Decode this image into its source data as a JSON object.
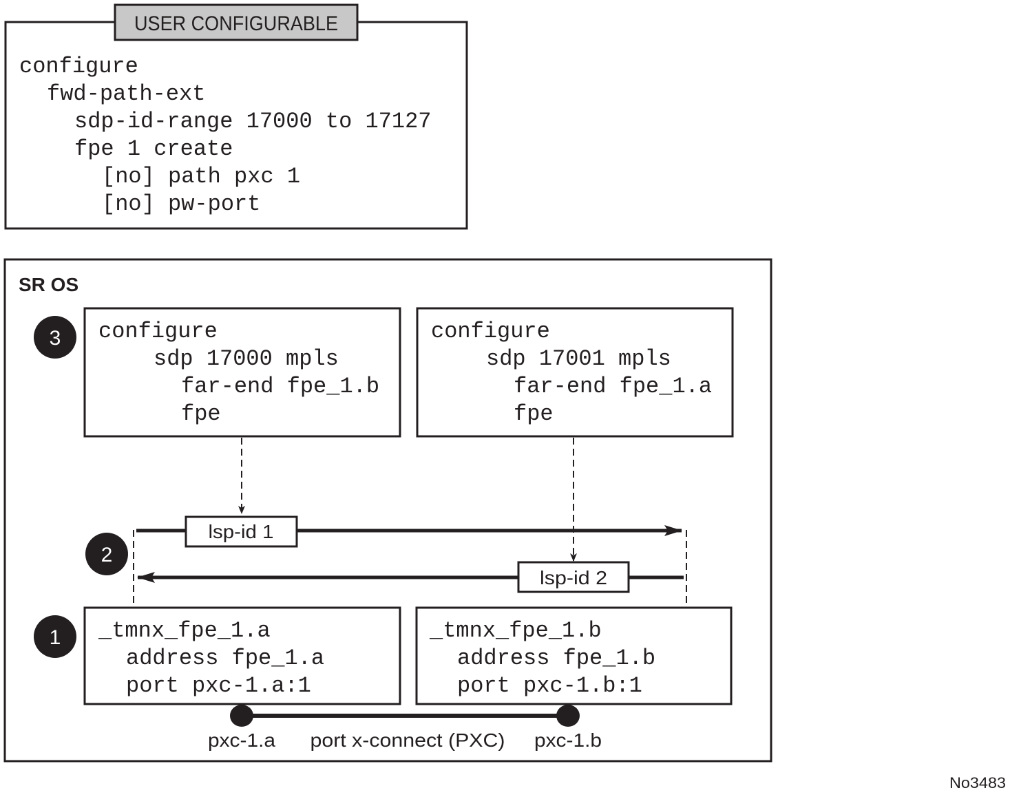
{
  "user_config": {
    "tag": "USER CONFIGURABLE",
    "lines": [
      "configure",
      "fwd-path-ext",
      "sdp-id-range 17000 to 17127",
      "fpe 1 create",
      "[no] path pxc 1",
      "[no] pw-port"
    ]
  },
  "sros": {
    "label": "SR OS",
    "steps": [
      "3",
      "2",
      "1"
    ],
    "sdp_left": [
      "configure",
      "sdp 17000 mpls",
      "far-end fpe_1.b",
      "fpe"
    ],
    "sdp_right": [
      "configure",
      "sdp 17001 mpls",
      "far-end fpe_1.a",
      "fpe"
    ],
    "lsp1": "lsp-id 1",
    "lsp2": "lsp-id 2",
    "fpe_left": [
      "_tmnx_fpe_1.a",
      "address fpe_1.a",
      "port pxc-1.a:1"
    ],
    "fpe_right": [
      "_tmnx_fpe_1.b",
      "address fpe_1.b",
      "port pxc-1.b:1"
    ],
    "pxc_a": "pxc-1.a",
    "pxc_label": "port x-connect (PXC)",
    "pxc_b": "pxc-1.b"
  },
  "figure_id": "No3483",
  "colors": {
    "ink": "#231f20",
    "tag_fill": "#c8c8c8"
  }
}
